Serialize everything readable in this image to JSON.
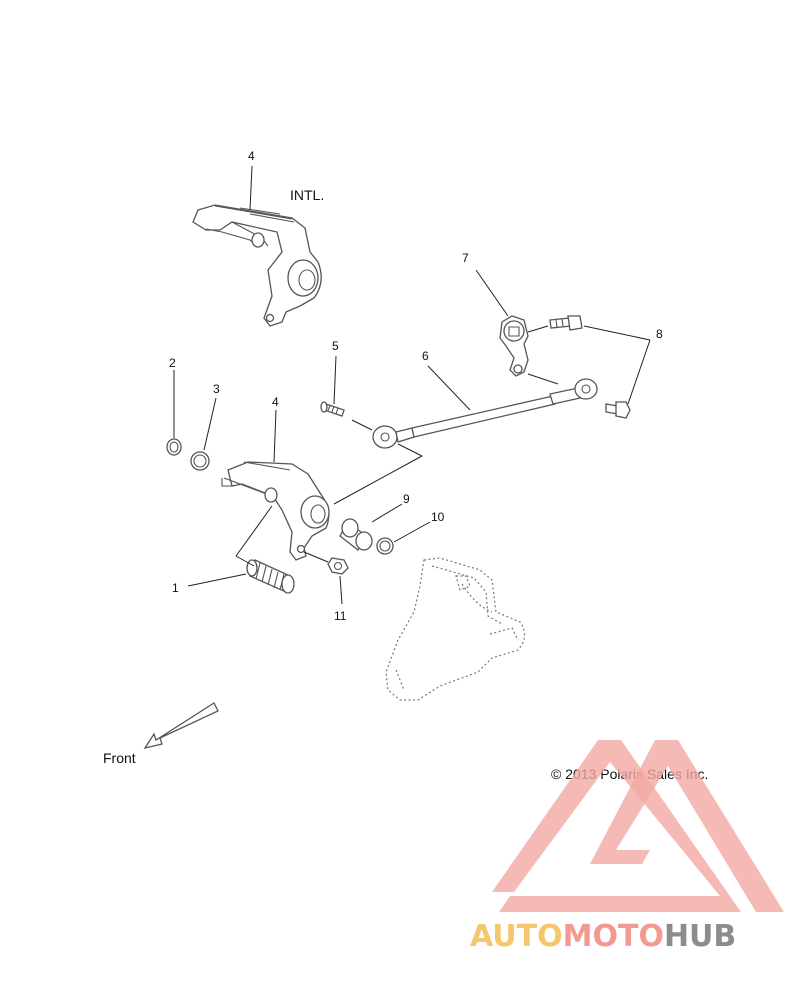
{
  "labels": {
    "intl": "INTL.",
    "front": "Front",
    "copyright": "© 2013 Polaris Sales Inc."
  },
  "callouts": [
    "1",
    "2",
    "3",
    "4",
    "5",
    "6",
    "7",
    "8",
    "9",
    "10",
    "11"
  ],
  "watermark": {
    "part1": "AUTO",
    "part2": "MOTO",
    "part3": "HUB",
    "colors": {
      "triangle": "#f4a9a4",
      "auto": "#f6c66f",
      "moto": "#f29a92",
      "hub": "#8c8c8c"
    }
  }
}
